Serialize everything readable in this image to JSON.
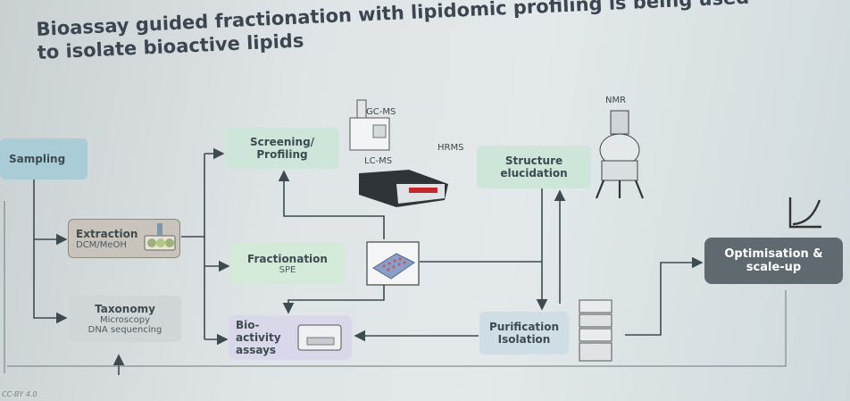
{
  "title": "Bioassay guided fractionation with lipidomic profiling is being used to isolate bioactive lipids",
  "nodes": {
    "sampling": "Sampling",
    "extraction": {
      "main": "Extraction",
      "sub": "DCM/MeOH"
    },
    "taxonomy": {
      "main": "Taxonomy",
      "sub1": "Microscopy",
      "sub2": "DNA sequencing"
    },
    "screening": {
      "line1": "Screening/",
      "line2": "Profiling"
    },
    "fractionation": {
      "main": "Fractionation",
      "sub": "SPE"
    },
    "structure": {
      "line1": "Structure",
      "line2": "elucidation"
    },
    "bioactivity": {
      "line1": "Bio-",
      "line2": "activity",
      "line3": "assays"
    },
    "purification": {
      "line1": "Purification",
      "line2": "Isolation"
    },
    "optimisation": {
      "line1": "Optimisation &",
      "line2": "scale-up"
    }
  },
  "instruments": {
    "gcms": "GC-MS",
    "lcms": "LC-MS",
    "hrms": "HRMS",
    "nmr": "NMR"
  },
  "footer": "CC-BY 4.0",
  "colors": {
    "arrow": "#3d4a4f",
    "screening_fill": "#cde6d9",
    "optimisation_fill": "#5f6a70"
  }
}
